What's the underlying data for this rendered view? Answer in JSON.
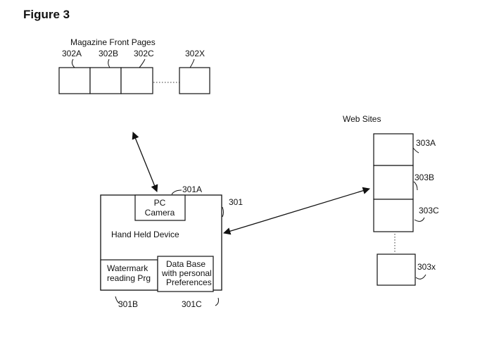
{
  "figure_title": "Figure 3",
  "magazine": {
    "group_label": "Magazine Front Pages",
    "refs": [
      "302A",
      "302B",
      "302C",
      "302X"
    ]
  },
  "web": {
    "group_label": "Web Sites",
    "refs": [
      "303A",
      "303B",
      "303C",
      "303x"
    ]
  },
  "device": {
    "ref": "301",
    "title": "Hand Held Device",
    "camera": {
      "ref": "301A",
      "line1": "PC",
      "line2": "Camera"
    },
    "watermark": {
      "ref": "301B",
      "line1": "Watermark",
      "line2": "reading Prg"
    },
    "database": {
      "ref": "301C",
      "line1": "Data Base",
      "line2": "with personal",
      "line3": "Preferences"
    }
  }
}
